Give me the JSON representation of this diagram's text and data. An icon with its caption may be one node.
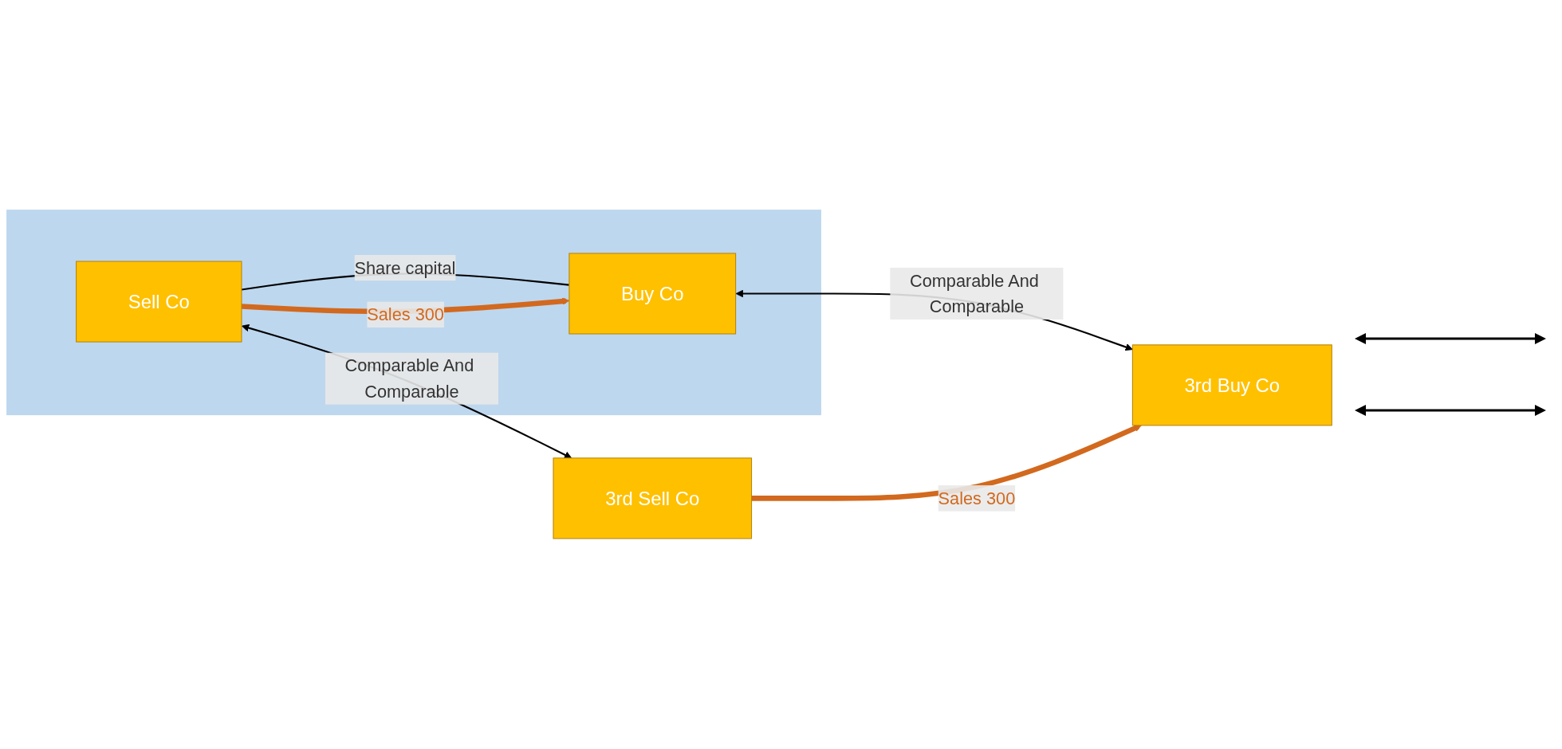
{
  "diagram": {
    "nodes": [
      {
        "text": [],
        "shape": "box"
      },
      {
        "text": [
          "Sell Co"
        ],
        "in": 0
      },
      {
        "text": [
          "Buy Co"
        ],
        "in": 0
      },
      {
        "text": [
          "3rd Sell Co"
        ]
      },
      {
        "text": [
          "3rd Buy Co"
        ]
      }
    ],
    "edges": [
      {
        "from": 1,
        "to": 3,
        "arrow": "both",
        "label": "Comparable And Comparable"
      },
      {
        "from": 2,
        "to": 4,
        "arrow": "both",
        "label": "Comparable And Comparable"
      },
      {
        "from": 1,
        "to": 2,
        "arrow": "none",
        "label": "Share capital"
      },
      {
        "from": 1,
        "to": 2,
        "arrow": "to",
        "label": "Sales 300",
        "style": "thick",
        "color": "#d2691e"
      },
      {
        "from": 3,
        "to": 4,
        "arrow": "to",
        "label": "Sales 300",
        "style": "thick",
        "color": "#d2691e"
      }
    ]
  }
}
